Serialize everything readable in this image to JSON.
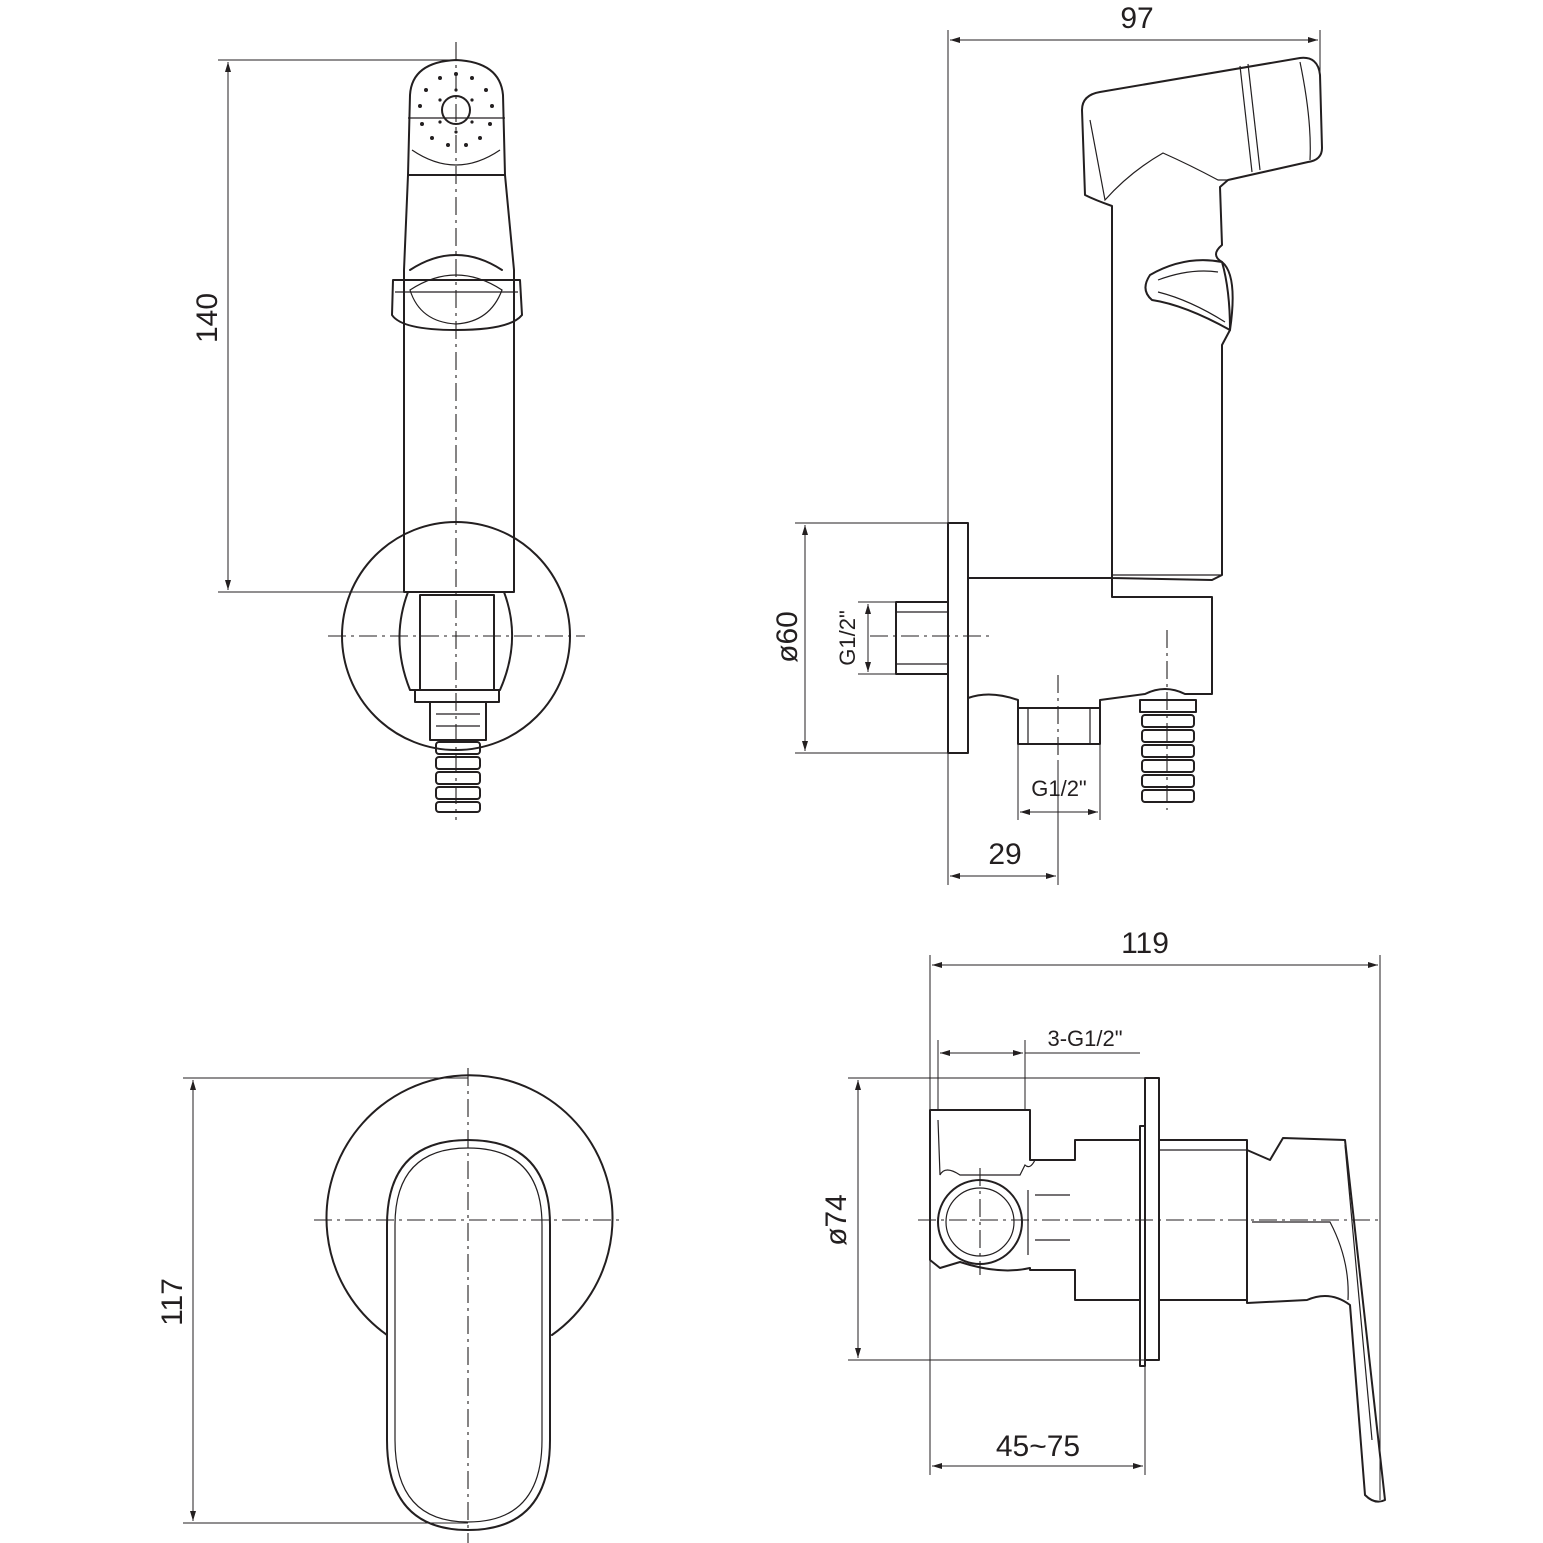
{
  "drawing": {
    "dimensions": {
      "width_97": "97",
      "height_140": "140",
      "dia_60": "ø60",
      "thread_side": "G1/2\"",
      "thread_bottom": "G1/2\"",
      "offset_29": "29",
      "width_119": "119",
      "thread_3x": "3-G1/2\"",
      "dia_74": "ø74",
      "depth_range": "45~75",
      "height_117": "117"
    },
    "colors": {
      "line": "#231f20",
      "background": "#ffffff"
    }
  }
}
